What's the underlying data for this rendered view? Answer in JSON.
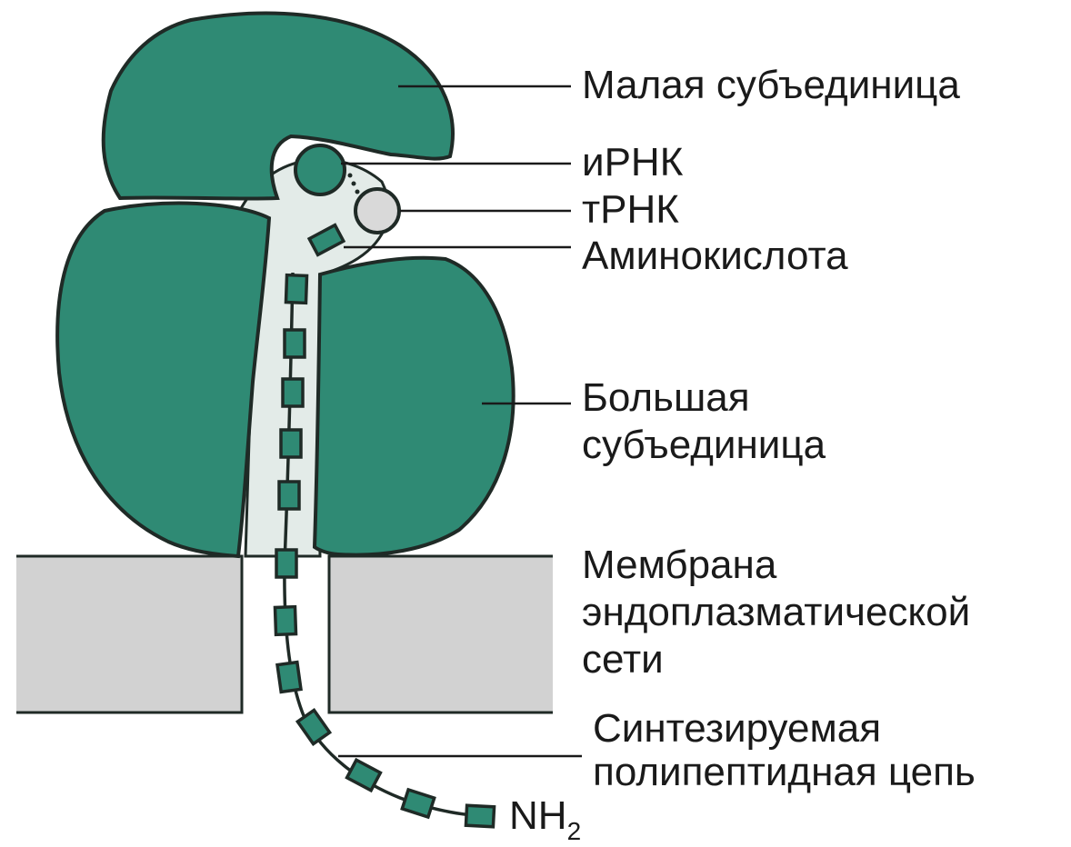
{
  "labels": {
    "small_subunit": "Малая субъединица",
    "mrna": "иРНК",
    "trna": "тРНК",
    "amino_acid": "Аминокислота",
    "large_subunit_line1": "Большая",
    "large_subunit_line2": "субъединица",
    "membrane_line1": "Мембрана",
    "membrane_line2": "эндоплазматической",
    "membrane_line3": "сети",
    "chain_line1": "Синтезируемая",
    "chain_line2": "полипептидная цепь",
    "terminus_main": "NH",
    "terminus_sub": "2"
  },
  "colors": {
    "ribosome": "#2f8a74",
    "channel": "#e3ebe8",
    "membrane": "#d2d2d2",
    "trna": "#d9d9d9",
    "outline": "#1f2a26"
  }
}
